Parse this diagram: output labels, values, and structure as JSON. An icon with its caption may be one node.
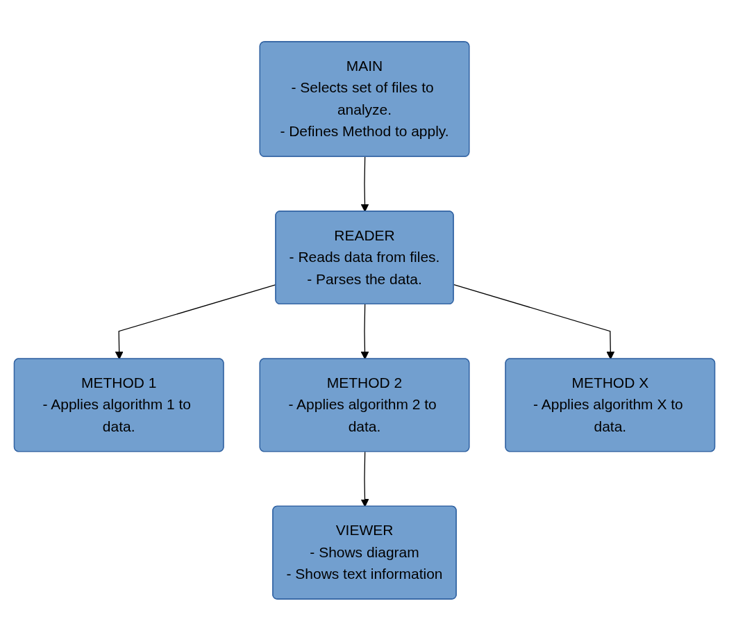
{
  "diagram": {
    "nodes": [
      {
        "text": [
          "MAIN",
          "- Selects set of files to analyze.",
          "- Defines Method to apply."
        ]
      },
      {
        "text": [
          "READER",
          "- Reads data from files.",
          "- Parses the data."
        ]
      },
      {
        "text": [
          "METHOD 1",
          "- Applies algorithm 1 to data."
        ]
      },
      {
        "text": [
          "METHOD 2",
          "- Applies algorithm 2 to data."
        ]
      },
      {
        "text": [
          "METHOD X",
          "- Applies algorithm X to data."
        ]
      },
      {
        "text": [
          "VIEWER",
          "- Shows diagram",
          "- Shows text information"
        ]
      }
    ],
    "edges": [
      {
        "from": 0,
        "to": 1,
        "arrow": "to"
      },
      {
        "from": 1,
        "to": 2,
        "arrow": "to"
      },
      {
        "from": 1,
        "to": 3,
        "arrow": "to"
      },
      {
        "from": 1,
        "to": 4,
        "arrow": "to"
      },
      {
        "from": 3,
        "to": 5,
        "arrow": "to"
      }
    ]
  }
}
